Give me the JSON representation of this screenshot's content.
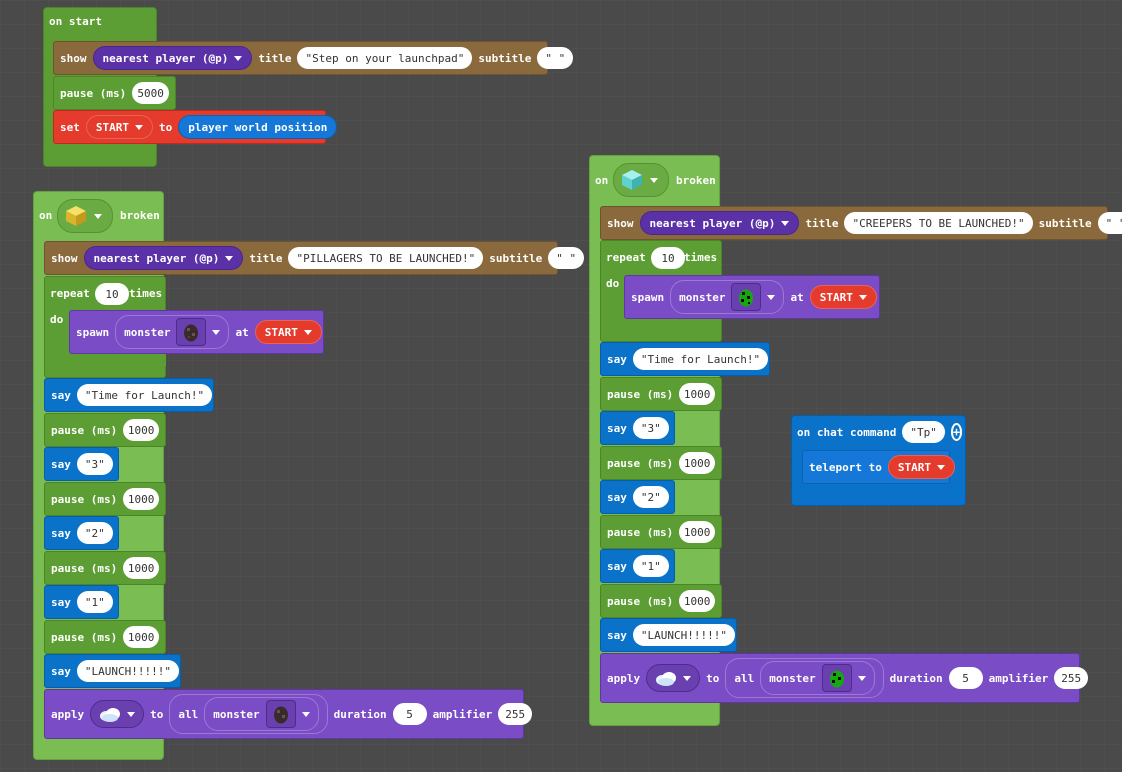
{
  "on_start": {
    "header": "on start",
    "show": {
      "label": "show",
      "target": "nearest player (@p)",
      "title_label": "title",
      "title": "\"Step on your launchpad\"",
      "subtitle_label": "subtitle",
      "subtitle": "\" \""
    },
    "pause": {
      "label": "pause (ms)",
      "value": "5000"
    },
    "set": {
      "label": "set",
      "var": "START",
      "to_label": "to",
      "value": "player world position"
    }
  },
  "left": {
    "on_label": "on",
    "broken_label": "broken",
    "show": {
      "label": "show",
      "target": "nearest player (@p)",
      "title_label": "title",
      "title": "\"PILLAGERS TO BE LAUNCHED!\"",
      "subtitle_label": "subtitle",
      "subtitle": "\" \""
    },
    "repeat": {
      "label": "repeat",
      "count": "10",
      "times_label": "times",
      "do_label": "do"
    },
    "spawn": {
      "label": "spawn",
      "monster_label": "monster",
      "at_label": "at",
      "pos": "START"
    },
    "steps": [
      {
        "type": "say",
        "label": "say",
        "value": "\"Time for Launch!\""
      },
      {
        "type": "pause",
        "label": "pause (ms)",
        "value": "1000"
      },
      {
        "type": "say",
        "label": "say",
        "value": "\"3\""
      },
      {
        "type": "pause",
        "label": "pause (ms)",
        "value": "1000"
      },
      {
        "type": "say",
        "label": "say",
        "value": "\"2\""
      },
      {
        "type": "pause",
        "label": "pause (ms)",
        "value": "1000"
      },
      {
        "type": "say",
        "label": "say",
        "value": "\"1\""
      },
      {
        "type": "pause",
        "label": "pause (ms)",
        "value": "1000"
      },
      {
        "type": "say",
        "label": "say",
        "value": "\"LAUNCH!!!!!\""
      }
    ],
    "apply": {
      "label": "apply",
      "to_label": "to",
      "all_label": "all",
      "monster_label": "monster",
      "duration_label": "duration",
      "duration": "5",
      "amplifier_label": "amplifier",
      "amplifier": "255"
    }
  },
  "right": {
    "on_label": "on",
    "broken_label": "broken",
    "show": {
      "label": "show",
      "target": "nearest player (@p)",
      "title_label": "title",
      "title": "\"CREEPERS TO BE LAUNCHED!\"",
      "subtitle_label": "subtitle",
      "subtitle": "\" \""
    },
    "repeat": {
      "label": "repeat",
      "count": "10",
      "times_label": "times",
      "do_label": "do"
    },
    "spawn": {
      "label": "spawn",
      "monster_label": "monster",
      "at_label": "at",
      "pos": "START"
    },
    "steps": [
      {
        "type": "say",
        "label": "say",
        "value": "\"Time for Launch!\""
      },
      {
        "type": "pause",
        "label": "pause (ms)",
        "value": "1000"
      },
      {
        "type": "say",
        "label": "say",
        "value": "\"3\""
      },
      {
        "type": "pause",
        "label": "pause (ms)",
        "value": "1000"
      },
      {
        "type": "say",
        "label": "say",
        "value": "\"2\""
      },
      {
        "type": "pause",
        "label": "pause (ms)",
        "value": "1000"
      },
      {
        "type": "say",
        "label": "say",
        "value": "\"1\""
      },
      {
        "type": "pause",
        "label": "pause (ms)",
        "value": "1000"
      },
      {
        "type": "say",
        "label": "say",
        "value": "\"LAUNCH!!!!!\""
      }
    ],
    "apply": {
      "label": "apply",
      "to_label": "to",
      "all_label": "all",
      "monster_label": "monster",
      "duration_label": "duration",
      "duration": "5",
      "amplifier_label": "amplifier",
      "amplifier": "255"
    }
  },
  "chat": {
    "label": "on chat command",
    "command": "\"Tp\"",
    "teleport_label": "teleport to",
    "pos": "START"
  },
  "colors": {
    "event": "#5c9e34",
    "show": "#8a6a3d",
    "variable": "#e43b2c",
    "say": "#0a72c9",
    "mobs": "#7a4cc6",
    "player": "#0a72c9"
  }
}
